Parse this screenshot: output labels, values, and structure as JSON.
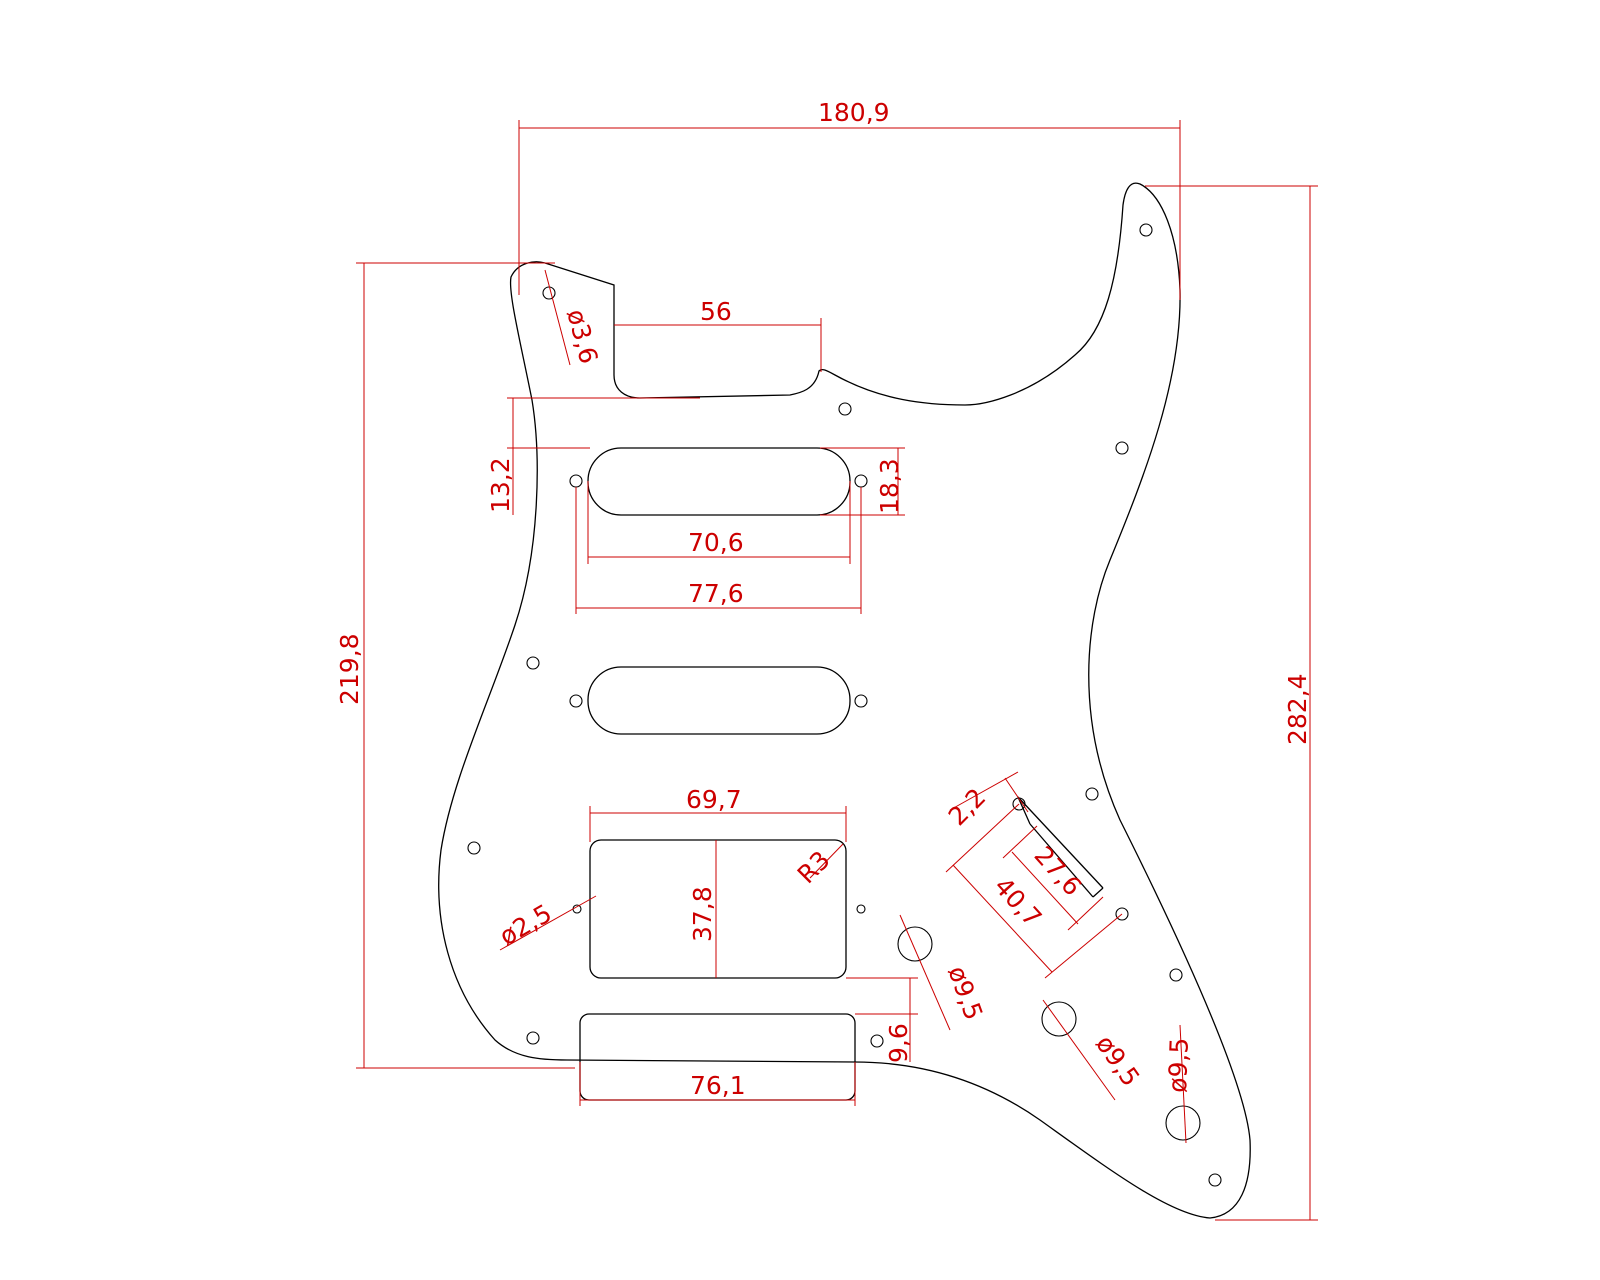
{
  "drawing": {
    "colors": {
      "outline": "#000000",
      "dimension": "#cc0000",
      "background": "#ffffff"
    },
    "dimensions": {
      "overall_width": "180,9",
      "overall_height": "282,4",
      "left_height": "219,8",
      "neck_pocket_width": "56",
      "mount_hole_dia": "ø3,6",
      "pickup_offset": "13,2",
      "single_coil_height": "18,3",
      "single_coil_length": "70,6",
      "single_coil_screw_spacing": "77,6",
      "humbucker_width": "69,7",
      "humbucker_height": "37,8",
      "corner_radius": "R3",
      "humbucker_screw_dia": "ø2,5",
      "pot_dia_1": "ø9,5",
      "pot_dia_2": "ø9,5",
      "pot_dia_3": "ø9,5",
      "switch_slot_width": "2,2",
      "switch_slot_length": "27,6",
      "switch_screw_spacing": "40,7",
      "bottom_gap": "9,6",
      "bottom_pickup_length": "76,1"
    }
  }
}
